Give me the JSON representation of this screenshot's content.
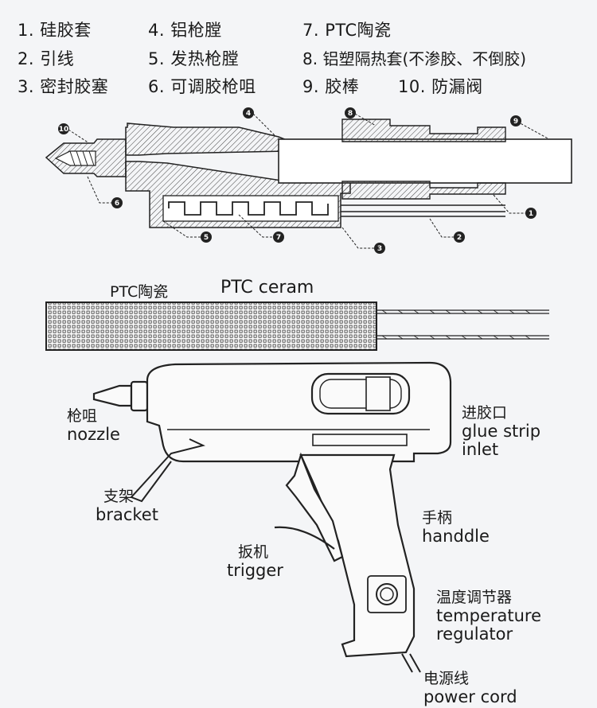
{
  "legend": [
    "1. 硅胶套",
    "2. 引线",
    "3. 密封胶塞",
    "4. 铝枪膛",
    "5. 发热枪膛",
    "6. 可调胶枪咀",
    "7. PTC陶瓷",
    "8. 铝塑隔热套(不渗胶、不倒胶)",
    "9. 胶棒",
    "10. 防漏阀"
  ],
  "callouts": [
    "1",
    "2",
    "3",
    "4",
    "5",
    "6",
    "7",
    "8",
    "9",
    "10"
  ],
  "ptc": {
    "label_cn": "PTC陶瓷",
    "label_en": "PTC ceram"
  },
  "gun_labels": {
    "nozzle": {
      "cn": "枪咀",
      "en": "nozzle"
    },
    "bracket": {
      "cn": "支架",
      "en": "bracket"
    },
    "trigger": {
      "cn": "扳机",
      "en": "trigger"
    },
    "inlet": {
      "cn": "进胶口",
      "en": [
        "glue strip",
        "inlet"
      ]
    },
    "handle": {
      "cn": "手柄",
      "en": "handdle"
    },
    "regulator": {
      "cn": "温度调节器",
      "en": [
        "temperature",
        "regulator"
      ]
    },
    "cord": {
      "cn": "电源线",
      "en": "power cord"
    }
  }
}
